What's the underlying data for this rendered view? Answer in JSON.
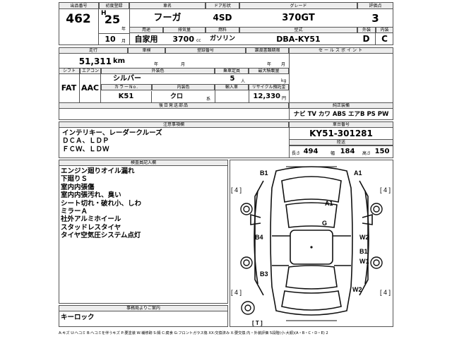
{
  "header": {
    "labels": {
      "lot_no": "出品番号",
      "first_reg": "初度登録",
      "car_name": "車名",
      "door_shape": "ドア形状",
      "grade": "グレード",
      "score": "評価点",
      "exterior": "外装",
      "interior": "内装",
      "inspection": "車検",
      "usage": "用途",
      "displacement": "排気量",
      "fuel": "燃料",
      "model_type": "型式"
    },
    "lot_no": "462",
    "era": "H",
    "year": "25",
    "year_unit": "年",
    "month": "10",
    "month_unit": "月",
    "car_name": "フーガ",
    "door": "4SD",
    "grade": "370GT",
    "score": "3",
    "exterior_score": "D",
    "interior_score": "C",
    "usage": "自家用",
    "displacement": "3700",
    "displacement_unit": "cc",
    "fuel": "ガソリン",
    "model_type": "DBA-KY51"
  },
  "middle": {
    "labels": {
      "mileage": "走行",
      "inspection": "車検",
      "reg_no": "登録番号",
      "transfer_deadline": "譲渡書類期限",
      "sales_point": "セールスポイント",
      "shift": "シフト",
      "aircon": "エアコン",
      "ext_color": "外装色",
      "capacity": "乗車定員",
      "max_load": "最大積載量",
      "color_no": "カラーNo.",
      "int_color": "内装色",
      "import": "輸入車",
      "recycle": "リサイクル預託金",
      "later_parts": "後日発送部品",
      "equipment_title": "純正装備"
    },
    "mileage": "51,311",
    "mileage_unit": "km",
    "year_unit": "年",
    "month_unit": "月",
    "shift": "FAT",
    "aircon": "AAC",
    "ext_color": "シルバー",
    "capacity": "5",
    "capacity_unit": "人",
    "load_unit": "kg",
    "color_no": "K51",
    "int_color": "クロ",
    "int_color_unit": "系",
    "recycle_fee": "12,330",
    "recycle_unit": "円",
    "equipment": "ナビ  TV  カワ  ABS  エアB  PS  PW"
  },
  "notes": {
    "labels": {
      "notices": "注意事項欄",
      "chassis": "車台番号",
      "color_change": "陸送",
      "length": "長さ",
      "width": "幅",
      "height": "高さ"
    },
    "notices": [
      "インテリキー、レーダークルーズ",
      "ＤＣＡ、ＬＤＰ",
      "ＦＣＷ、ＬＤＷ"
    ],
    "chassis_no": "KY51-301281",
    "length": "494",
    "width": "184",
    "height": "150"
  },
  "inspection": {
    "title": "検査員記入欄",
    "items": [
      "エンジン廻りオイル漏れ",
      "下廻りＳ",
      "室内内張傷",
      "室内内張汚れ、臭い",
      "シート切れ・破れ小、しわ",
      "ミラーＡ",
      "社外アルミホイール",
      "スタッドレスタイヤ",
      "タイヤ空気圧システム点灯"
    ],
    "office_title": "事務局よりご案内",
    "office_note": "キーロック"
  },
  "diagram": {
    "marks": {
      "b1_top_left": "B1",
      "a1_top_right": "A1",
      "a1_center": "A1",
      "g_center": "G",
      "b4_left": "B4",
      "w2_right": "W2",
      "b1_right": "B1",
      "w1_right": "W1",
      "b3_left": "B3",
      "w2_bottom_right": "W2",
      "t_bottom": "T"
    },
    "tyre_marks": [
      "[ 4 ]",
      "[ 4 ]",
      "[ 4 ]",
      "[ 4 ]"
    ]
  },
  "legend": "A:キズ  U:ヘコミ  B:ヘコミを伴うキズ  P:要塗装  W:補修跡  S:錆  C:腐食  G:フロントガラス傷  XX:交換済み  X:要交換  内・外装評価  5段階(小:大順)(A・B・C・D・E)  2"
}
